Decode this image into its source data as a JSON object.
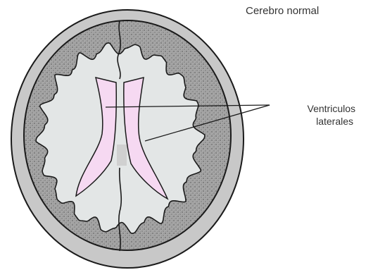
{
  "title": "Cerebro normal",
  "labels": {
    "ventricles_line1": "Ventriculos",
    "ventricles_line2": "laterales"
  },
  "colors": {
    "background": "#ffffff",
    "skull": "#c8c8c8",
    "white_matter": "#e3e6e6",
    "cortex": "#9a9a9a",
    "ventricles": "#f6d9f2",
    "outline": "#1a1a1a",
    "text": "#333333"
  }
}
